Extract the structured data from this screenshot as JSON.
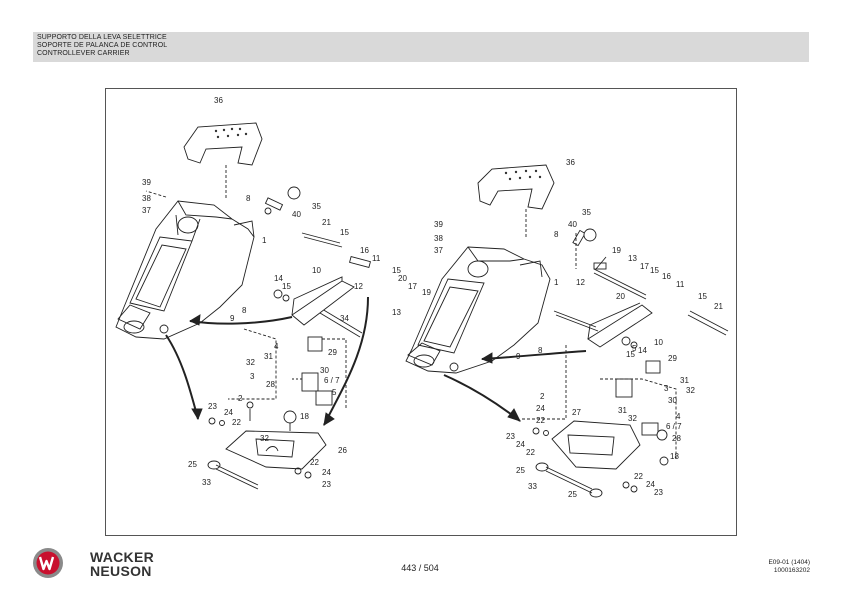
{
  "header": {
    "title_it": "SUPPORTO DELLA LEVA SELETTRICE",
    "title_es": "SOPORTE DE PALANCA DE CONTROL",
    "title_en": "CONTROLLEVER CARRIER"
  },
  "figure": {
    "left_assembly_callouts": [
      "36",
      "39",
      "38",
      "37",
      "1",
      "8",
      "40",
      "35",
      "21",
      "15",
      "16",
      "11",
      "15",
      "20",
      "17",
      "19",
      "12",
      "13",
      "10",
      "14",
      "15",
      "9",
      "8",
      "34",
      "4",
      "29",
      "32",
      "31",
      "3",
      "30",
      "6 / 7",
      "5",
      "28",
      "2",
      "24",
      "23",
      "22",
      "18",
      "32",
      "26",
      "22",
      "24",
      "23",
      "25",
      "33"
    ],
    "right_assembly_callouts": [
      "36",
      "39",
      "38",
      "37",
      "8",
      "40",
      "35",
      "1",
      "19",
      "13",
      "17",
      "15",
      "12",
      "16",
      "20",
      "11",
      "15",
      "21",
      "9",
      "8",
      "10",
      "15",
      "14",
      "5",
      "29",
      "31",
      "32",
      "3",
      "30",
      "32",
      "31",
      "4",
      "6 / 7",
      "28",
      "18",
      "2",
      "24",
      "22",
      "27",
      "23",
      "24",
      "22",
      "25",
      "33",
      "22",
      "24",
      "25",
      "23"
    ]
  },
  "footer": {
    "brand_line1": "WACKER",
    "brand_line2": "NEUSON",
    "page_number": "443 / 504",
    "doc_code": "E09-01 (1404)",
    "part_number": "1000163202"
  },
  "colors": {
    "header_band": "#d9d9d9",
    "logo_red": "#c8102e",
    "logo_gray": "#8a8a8a"
  }
}
